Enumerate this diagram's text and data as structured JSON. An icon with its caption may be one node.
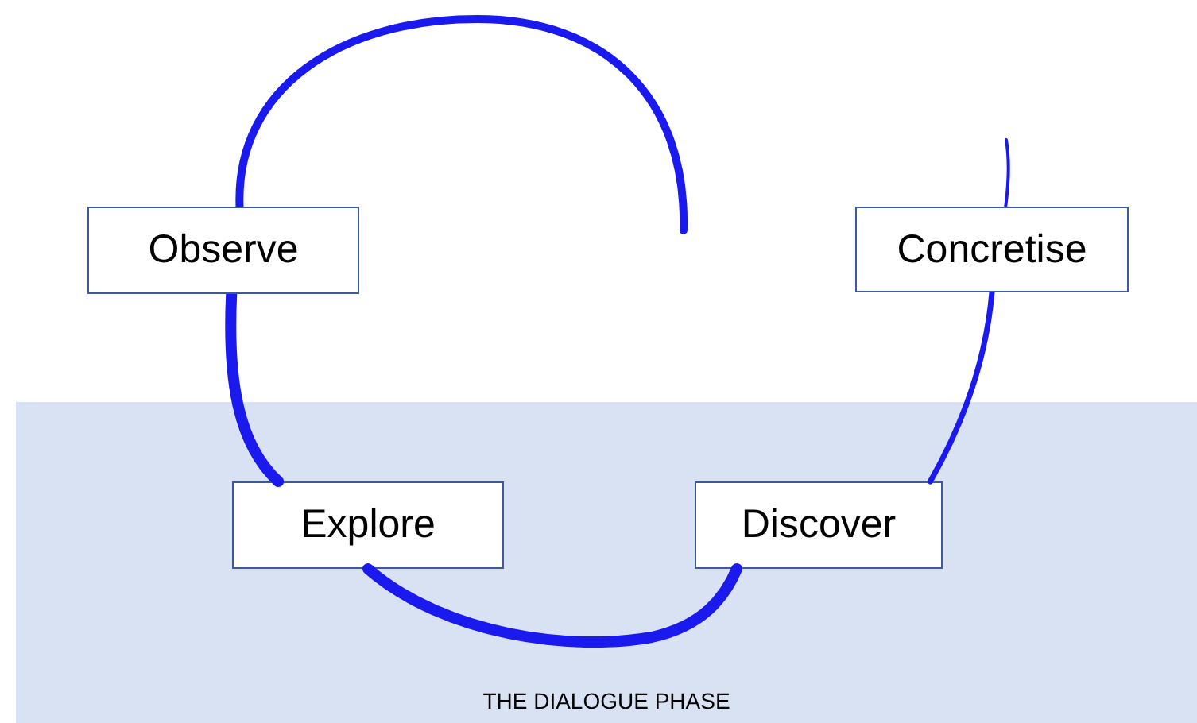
{
  "diagram": {
    "nodes": [
      {
        "text": [
          "Observe"
        ]
      },
      {
        "text": [
          "Concretise"
        ]
      },
      {
        "text": [
          "THE DIALOGUE PHASE"
        ]
      },
      {
        "text": [
          "Explore"
        ],
        "in": 2
      },
      {
        "text": [
          "Discover"
        ],
        "in": 2
      }
    ],
    "edges": [
      {
        "from": 0,
        "to": null,
        "arrow": "none"
      },
      {
        "from": 0,
        "to": 3,
        "arrow": "none"
      },
      {
        "from": 3,
        "to": 4,
        "arrow": "none"
      },
      {
        "from": 4,
        "to": 1,
        "arrow": "none"
      },
      {
        "from": 1,
        "to": null,
        "arrow": "none"
      }
    ]
  }
}
